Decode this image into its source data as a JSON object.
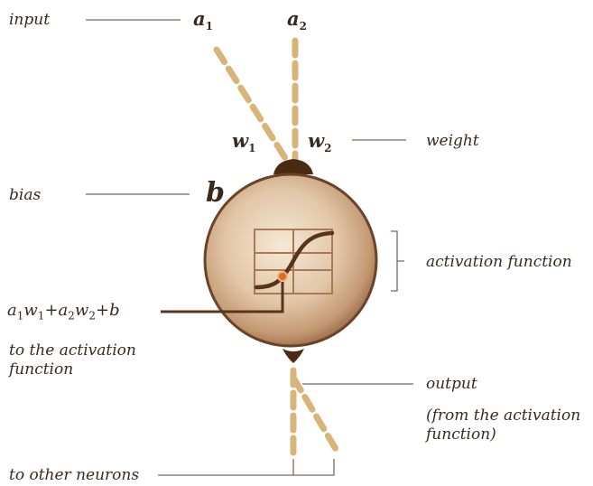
{
  "labels": {
    "input": "input",
    "weight": "weight",
    "bias": "bias",
    "activation_function": "activation function",
    "to_activation_line1": "to the activation",
    "to_activation_line2": "function",
    "output": "output",
    "output_note_line1": "(from the activation",
    "output_note_line2": "function)",
    "to_other_neurons": "to other neurons"
  },
  "symbols": {
    "a1_base": "a",
    "a1_sub": "1",
    "a2_base": "a",
    "a2_sub": "2",
    "w1_base": "w",
    "w1_sub": "1",
    "w2_base": "w",
    "w2_sub": "2",
    "b": "b"
  },
  "formula": {
    "a": "a",
    "one": "1",
    "w": "w",
    "plus": "+",
    "two": "2",
    "b": "b"
  },
  "colors": {
    "dash": "#d8b478",
    "sphere_light": "#f4e6d2",
    "sphere_mid": "#d9b79a",
    "sphere_dark": "#8a5a3c",
    "outline": "#6b4327",
    "node": "#4b2a14",
    "curve": "#5a3418",
    "grid": "#a87a55",
    "dot": "#e06a2a",
    "text": "#3a2a1c"
  }
}
